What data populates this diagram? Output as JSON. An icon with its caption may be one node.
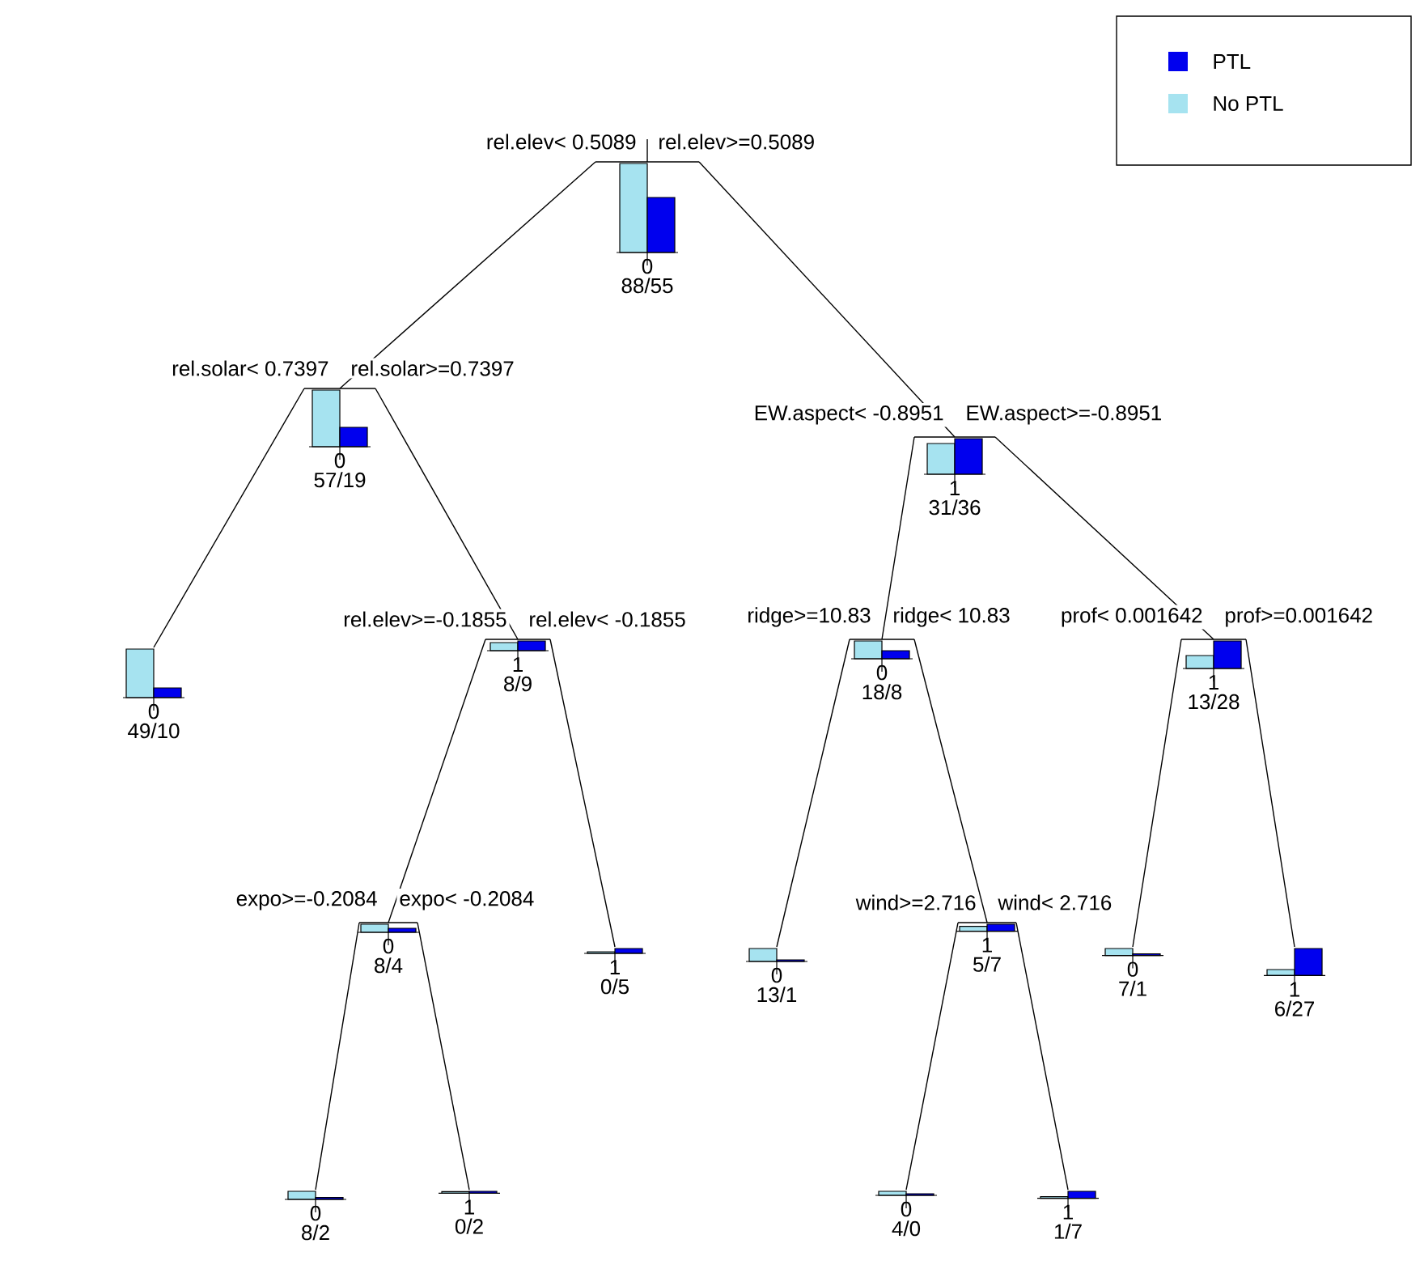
{
  "diagram": {
    "nodes": [
      {
        "text": [
          "0",
          "88/55"
        ]
      },
      {
        "text": [
          "0",
          "57/19"
        ]
      },
      {
        "text": [
          "1",
          "31/36"
        ]
      },
      {
        "text": [
          "0",
          "49/10"
        ]
      },
      {
        "text": [
          "1",
          "8/9"
        ]
      },
      {
        "text": [
          "0",
          "18/8"
        ]
      },
      {
        "text": [
          "1",
          "13/28"
        ]
      },
      {
        "text": [
          "0",
          "8/4"
        ]
      },
      {
        "text": [
          "1",
          "0/5"
        ]
      },
      {
        "text": [
          "0",
          "13/1"
        ]
      },
      {
        "text": [
          "1",
          "5/7"
        ]
      },
      {
        "text": [
          "0",
          "7/1"
        ]
      },
      {
        "text": [
          "1",
          "6/27"
        ]
      },
      {
        "text": [
          "0",
          "8/2"
        ]
      },
      {
        "text": [
          "1",
          "0/2"
        ]
      },
      {
        "text": [
          "0",
          "4/0"
        ]
      },
      {
        "text": [
          "1",
          "1/7"
        ]
      }
    ],
    "edges": [
      {
        "from": 0,
        "to": 1,
        "arrow": "none",
        "label": "rel.elev< 0.5089"
      },
      {
        "from": 0,
        "to": 2,
        "arrow": "none",
        "label": "rel.elev>=0.5089"
      },
      {
        "from": 1,
        "to": 3,
        "arrow": "none",
        "label": "rel.solar< 0.7397"
      },
      {
        "from": 1,
        "to": 4,
        "arrow": "none",
        "label": "rel.solar>=0.7397"
      },
      {
        "from": 2,
        "to": 5,
        "arrow": "none",
        "label": "EW.aspect< -0.8951"
      },
      {
        "from": 2,
        "to": 6,
        "arrow": "none",
        "label": "EW.aspect>=-0.8951"
      },
      {
        "from": 4,
        "to": 7,
        "arrow": "none",
        "label": "rel.elev>=-0.1855"
      },
      {
        "from": 4,
        "to": 8,
        "arrow": "none",
        "label": "rel.elev< -0.1855"
      },
      {
        "from": 5,
        "to": 9,
        "arrow": "none",
        "label": "ridge>=10.83"
      },
      {
        "from": 5,
        "to": 10,
        "arrow": "none",
        "label": "ridge< 10.83"
      },
      {
        "from": 6,
        "to": 11,
        "arrow": "none",
        "label": "prof< 0.001642"
      },
      {
        "from": 6,
        "to": 12,
        "arrow": "none",
        "label": "prof>=0.001642"
      },
      {
        "from": 7,
        "to": 13,
        "arrow": "none",
        "label": "expo>=-0.2084"
      },
      {
        "from": 7,
        "to": 14,
        "arrow": "none",
        "label": "expo< -0.2084"
      },
      {
        "from": 10,
        "to": 15,
        "arrow": "none",
        "label": "wind>=2.716"
      },
      {
        "from": 10,
        "to": 16,
        "arrow": "none",
        "label": "wind< 2.716"
      }
    ],
    "legend": [
      {
        "text": "PTL",
        "color": "#0000ee"
      },
      {
        "text": "No PTL",
        "color": "#a6e3f0"
      }
    ]
  }
}
